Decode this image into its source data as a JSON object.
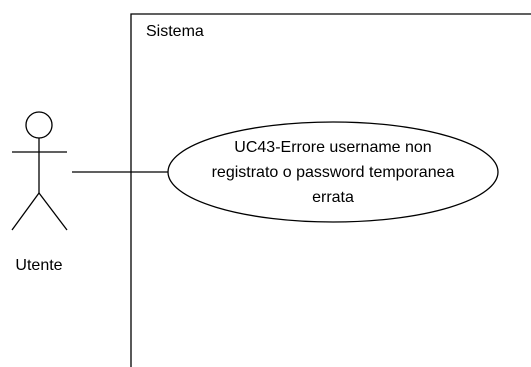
{
  "diagram": {
    "system": {
      "label": "Sistema"
    },
    "actor": {
      "label": "Utente"
    },
    "use_case": {
      "lines": [
        "UC43-Errore username non",
        "registrato o password temporanea",
        "errata"
      ]
    }
  },
  "colors": {
    "stroke": "#000000",
    "background": "#ffffff"
  }
}
